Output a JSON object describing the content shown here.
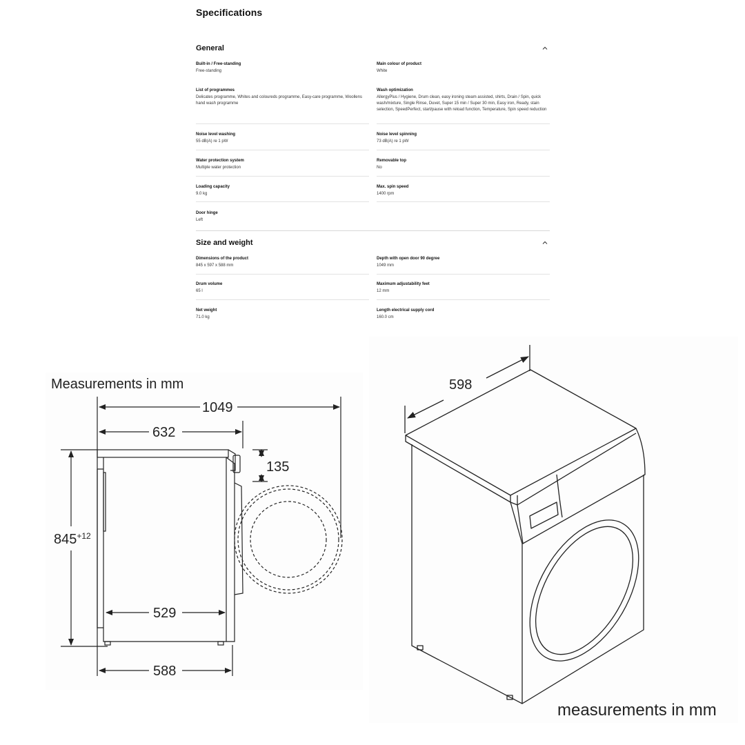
{
  "page_title": "Specifications",
  "sections": {
    "general": {
      "title": "General",
      "rows": [
        [
          {
            "label": "Built-in / Free-standing",
            "value": "Free-standing"
          },
          {
            "label": "Main colour of product",
            "value": "White"
          }
        ],
        [
          {
            "label": "List of programmes",
            "value": "Delicates programme, Whites and coloureds programme, Easy-care programme, Woollens hand wash programme"
          },
          {
            "label": "Wash optimization",
            "value": "AllergyPlus / Hygiene, Drum clean, easy ironing steam assisted, shirts, Drain / Spin, quick wash/mixture, Single Rinse, Duvet, Super 15 min / Super 30 min, Easy iron, Ready, stain selection, SpeedPerfect, start/pause with reload function, Temperature, Spin speed reduction"
          }
        ],
        [
          {
            "label": "Noise level washing",
            "value": "55 dB(A) re 1 pW"
          },
          {
            "label": "Noise level spinning",
            "value": "73 dB(A) re 1 pW"
          }
        ],
        [
          {
            "label": "Water protection system",
            "value": "Multiple water protection"
          },
          {
            "label": "Removable top",
            "value": "No"
          }
        ],
        [
          {
            "label": "Loading capacity",
            "value": "9.0 kg"
          },
          {
            "label": "Max. spin speed",
            "value": "1400 rpm"
          }
        ],
        [
          {
            "label": "Door hinge",
            "value": "Left"
          }
        ]
      ]
    },
    "size": {
      "title": "Size and weight",
      "rows": [
        [
          {
            "label": "Dimensions of the product",
            "value": "845 x 597 x 588 mm"
          },
          {
            "label": "Depth with open door 90 degree",
            "value": "1049 mm"
          }
        ],
        [
          {
            "label": "Drum volume",
            "value": "65 l"
          },
          {
            "label": "Maximum adjustability feet",
            "value": "12 mm"
          }
        ],
        [
          {
            "label": "Net weight",
            "value": "71.0 kg"
          },
          {
            "label": "Length electrical supply cord",
            "value": "160.0 cm"
          }
        ]
      ]
    }
  },
  "icons": {
    "collapse": "chevron-up-icon"
  },
  "diagram_side": {
    "caption": "Measurements in mm",
    "dim_depth_open": "1049",
    "dim_depth_body": "632",
    "dim_top_panel": "135",
    "dim_height": "845",
    "dim_height_sup": "+12",
    "dim_inner_depth": "529",
    "dim_base_depth": "588"
  },
  "diagram_iso": {
    "caption": "measurements in mm",
    "dim_width": "598"
  }
}
